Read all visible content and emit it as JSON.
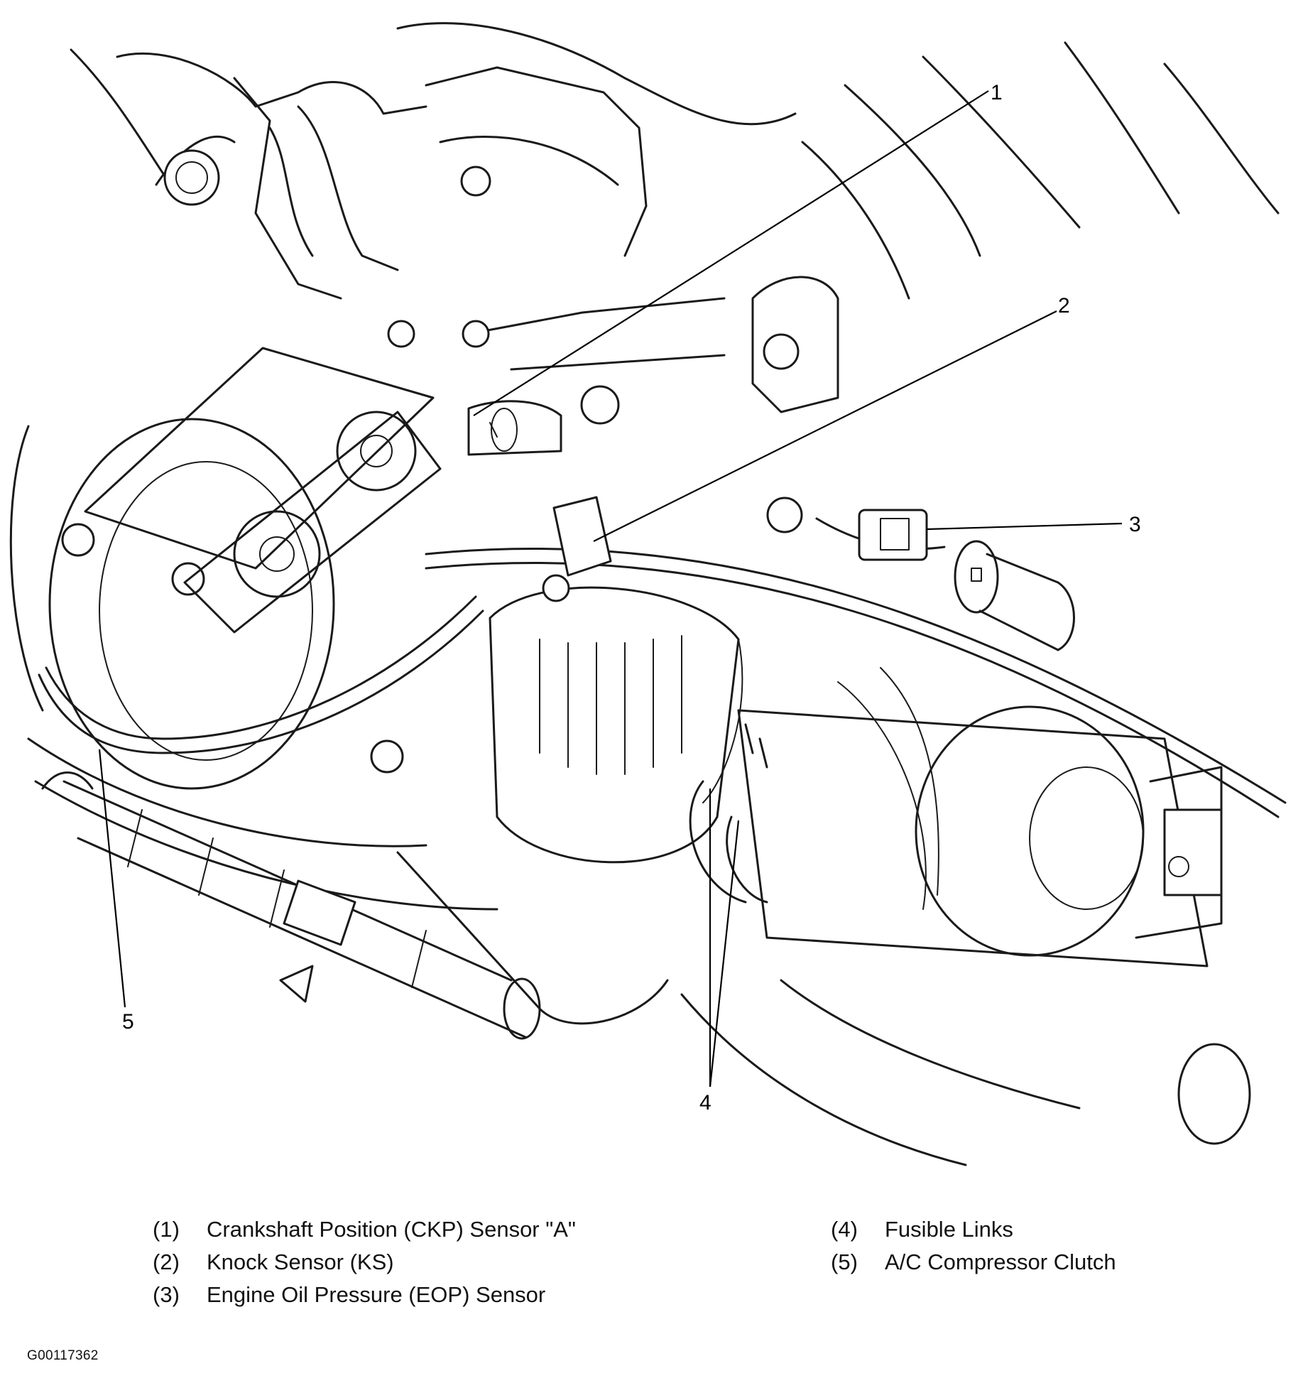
{
  "callouts": [
    "1",
    "2",
    "3",
    "4",
    "5"
  ],
  "legend": [
    {
      "number": "(1)",
      "text": "Crankshaft Position (CKP) Sensor \"A\""
    },
    {
      "number": "(2)",
      "text": "Knock Sensor (KS)"
    },
    {
      "number": "(3)",
      "text": "Engine Oil Pressure (EOP) Sensor"
    },
    {
      "number": "(4)",
      "text": "Fusible Links"
    },
    {
      "number": "(5)",
      "text": "A/C Compressor Clutch"
    }
  ],
  "figure_id": "G00117362"
}
